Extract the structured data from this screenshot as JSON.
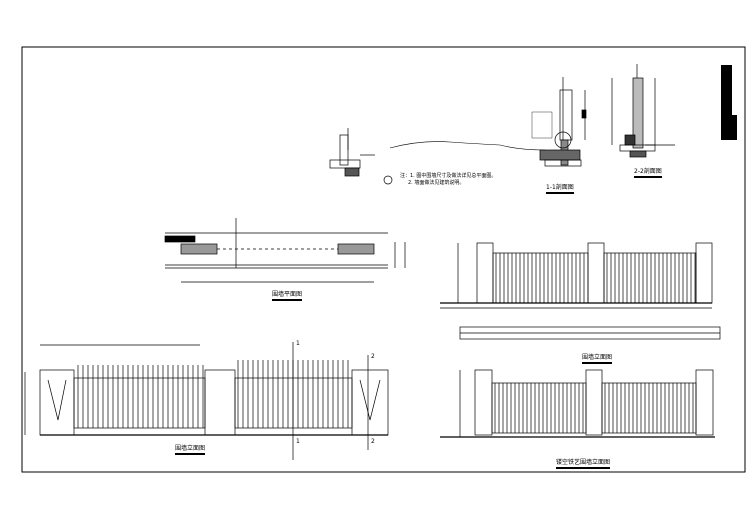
{
  "titles": {
    "plan": "围墙平面图",
    "elevation_left": "围墙立面图",
    "elevation_right": "围墙立面图",
    "elevation_iron": "镂空铁艺围墙立面图",
    "section_1": "1-1剖面图",
    "section_2": "2-2剖面图"
  },
  "section_marks": {
    "one": "1",
    "two": "2"
  },
  "notes": {
    "line1": "注：1. 图中围墙尺寸及做法详见总平面图。",
    "line2": "2. 墙面做法见建筑说明。"
  },
  "colors": {
    "line": "#000000",
    "background": "#ffffff"
  }
}
